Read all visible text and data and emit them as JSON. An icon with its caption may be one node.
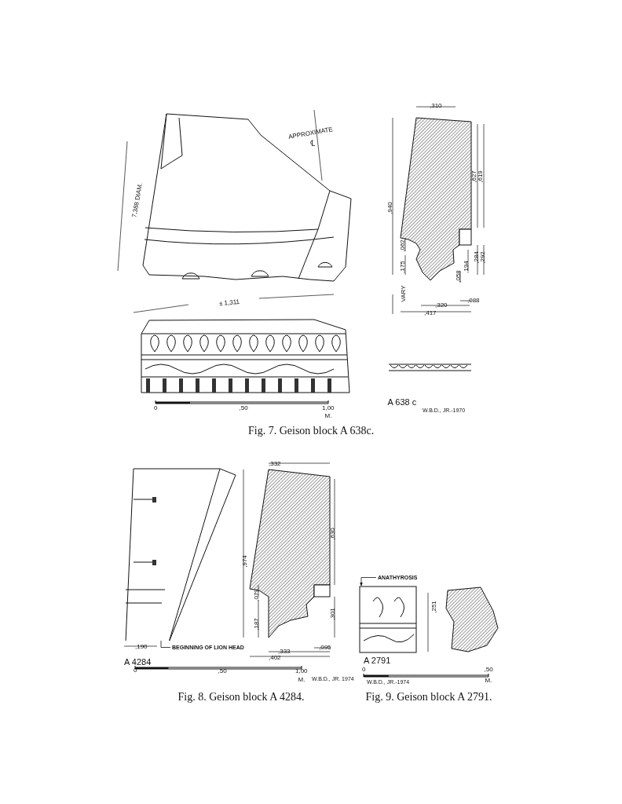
{
  "diagram": {
    "nodes": [
      {
        "text": [],
        "shape": "picture"
      },
      {
        "text": [
          "BEGINNING OF LION HEAD"
        ]
      },
      {
        "text": [
          "ANATHYROSIS"
        ]
      },
      {
        "text": [],
        "shape": "picture"
      }
    ],
    "edges": [
      {
        "from": 2,
        "to": 3,
        "arrow": "to"
      },
      {
        "from": 1,
        "to": 0,
        "arrow": "none"
      }
    ],
    "labels": [
      "APPROXIMATE",
      "℄",
      "7,388 DIAM.",
      "± 1,311",
      ",310",
      ",940",
      ",627",
      ",619",
      ",062",
      ",175",
      ",284",
      ",292",
      ",194",
      ",058",
      "VARY",
      ",088",
      ",320",
      ",417",
      "0",
      ",50",
      "1,00",
      "A 638 c",
      "W.B.D., JR.-1970",
      "M.",
      "Fig. 7. Geison block A 638c.",
      ",332",
      ",974",
      ",630",
      ",079",
      ",187",
      ",301",
      ",190",
      "A 4284",
      ",095",
      ",333",
      ",402",
      "0",
      ",50",
      "1,00",
      "M.",
      "W.B.D., JR. 1974",
      "Fig. 8. Geison block A 4284.",
      ",251",
      "A 2791",
      "0",
      ",50",
      "W.B.D., JR.-1974",
      "M.",
      "Fig. 9. Geison block A 2791."
    ]
  }
}
